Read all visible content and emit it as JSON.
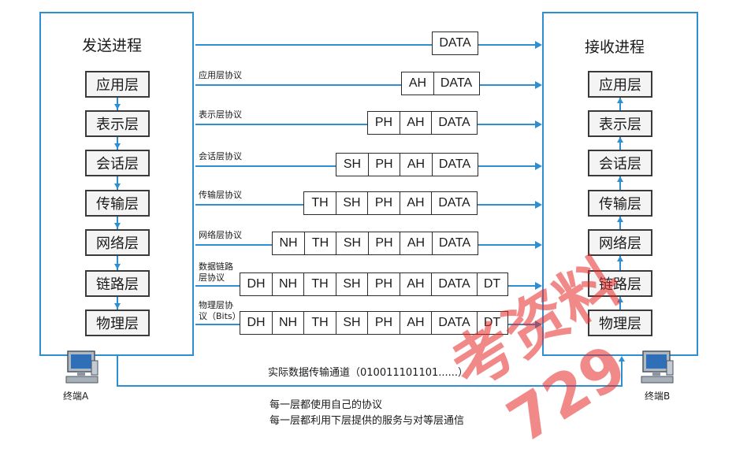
{
  "sender": {
    "title": "发送进程",
    "layers": [
      "应用层",
      "表示层",
      "会话层",
      "传输层",
      "网络层",
      "链路层",
      "物理层"
    ]
  },
  "receiver": {
    "title": "接收进程",
    "layers": [
      "应用层",
      "表示层",
      "会话层",
      "传输层",
      "网络层",
      "链路层",
      "物理层"
    ]
  },
  "protocol_rows": [
    {
      "label": "",
      "cells": [
        "DATA"
      ]
    },
    {
      "label": "应用层协议",
      "cells": [
        "AH",
        "DATA"
      ]
    },
    {
      "label": "表示层协议",
      "cells": [
        "PH",
        "AH",
        "DATA"
      ]
    },
    {
      "label": "会话层协议",
      "cells": [
        "SH",
        "PH",
        "AH",
        "DATA"
      ]
    },
    {
      "label": "传输层协议",
      "cells": [
        "TH",
        "SH",
        "PH",
        "AH",
        "DATA"
      ]
    },
    {
      "label": "网络层协议",
      "cells": [
        "NH",
        "TH",
        "SH",
        "PH",
        "AH",
        "DATA"
      ]
    },
    {
      "label": "数据链路\n层协议",
      "cells": [
        "DH",
        "NH",
        "TH",
        "SH",
        "PH",
        "AH",
        "DATA",
        "DT"
      ]
    },
    {
      "label": "物理层协\n议（Bits）",
      "cells": [
        "DH",
        "NH",
        "TH",
        "SH",
        "PH",
        "AH",
        "DATA",
        "DT"
      ]
    }
  ],
  "channel_label": "实际数据传输通道（010011101101......）",
  "terminal_a": "终端A",
  "terminal_b": "终端B",
  "notes": [
    "每一层都使用自己的协议",
    "每一层都利用下层提供的服务与对等层通信"
  ],
  "watermark": {
    "text1": "考资料",
    "text2": "729"
  },
  "colors": {
    "line": "#2e8fd0",
    "watermark": "#e62828"
  }
}
